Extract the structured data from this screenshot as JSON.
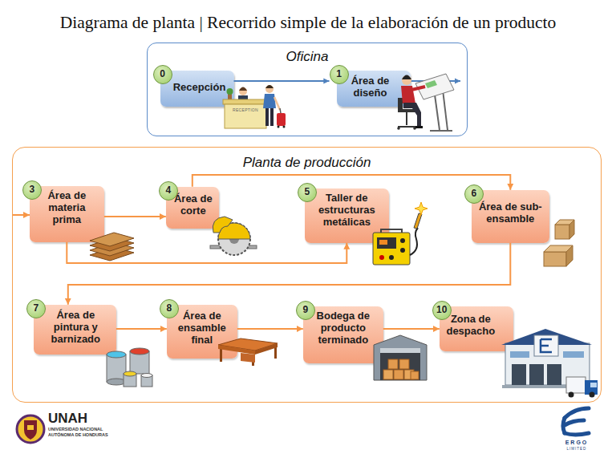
{
  "diagram": {
    "title": "Diagrama de planta | Recorrido simple de la elaboración de un producto",
    "nodes": [
      {
        "text": [
          "Oficina"
        ]
      },
      {
        "text": [
          "0",
          "Recepción"
        ],
        "in": 0
      },
      {
        "text": [
          "1",
          "Área de diseño"
        ],
        "in": 0
      },
      {
        "text": [
          "Planta de producción"
        ]
      },
      {
        "text": [
          "3",
          "Área de materia prima"
        ],
        "in": 3
      },
      {
        "text": [
          "4",
          "Área de corte"
        ],
        "in": 3
      },
      {
        "text": [
          "5",
          "Taller de estructuras metálicas"
        ],
        "in": 3
      },
      {
        "text": [
          "6",
          "Área de sub-ensamble"
        ],
        "in": 3
      },
      {
        "text": [
          "7",
          "Área de pintura y barnizado"
        ],
        "in": 3
      },
      {
        "text": [
          "8",
          "Área de ensamble final"
        ],
        "in": 3
      },
      {
        "text": [
          "9",
          "Bodega de producto terminado"
        ],
        "in": 3
      },
      {
        "text": [
          "10",
          "Zona de despacho"
        ],
        "in": 3
      }
    ],
    "edges": [
      {
        "from": 1,
        "to": 2,
        "arrow": "to"
      },
      {
        "from": 4,
        "to": 5,
        "arrow": "to"
      },
      {
        "from": 4,
        "to": 6,
        "arrow": "to"
      },
      {
        "from": 5,
        "to": 7,
        "arrow": "to"
      },
      {
        "from": 7,
        "to": 8,
        "arrow": "to"
      },
      {
        "from": 8,
        "to": 9,
        "arrow": "to"
      },
      {
        "from": 9,
        "to": 10,
        "arrow": "to"
      },
      {
        "from": 10,
        "to": 11,
        "arrow": "to"
      }
    ],
    "labels": [
      "RECEPTION",
      "UNAH",
      "UNIVERSIDAD NACIONAL AUTÓNOMA DE HONDURAS",
      "ERGO",
      "LIMITED"
    ]
  }
}
